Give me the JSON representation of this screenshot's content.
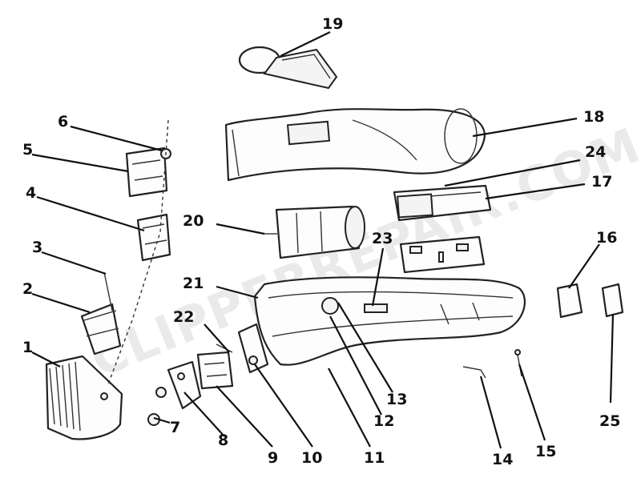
{
  "watermark": "CLIPPERREPAIR.COM",
  "callouts": [
    "1",
    "2",
    "3",
    "4",
    "5",
    "6",
    "7",
    "8",
    "9",
    "10",
    "11",
    "12",
    "13",
    "14",
    "15",
    "16",
    "17",
    "18",
    "19",
    "20",
    "21",
    "22",
    "23",
    "24",
    "25"
  ]
}
